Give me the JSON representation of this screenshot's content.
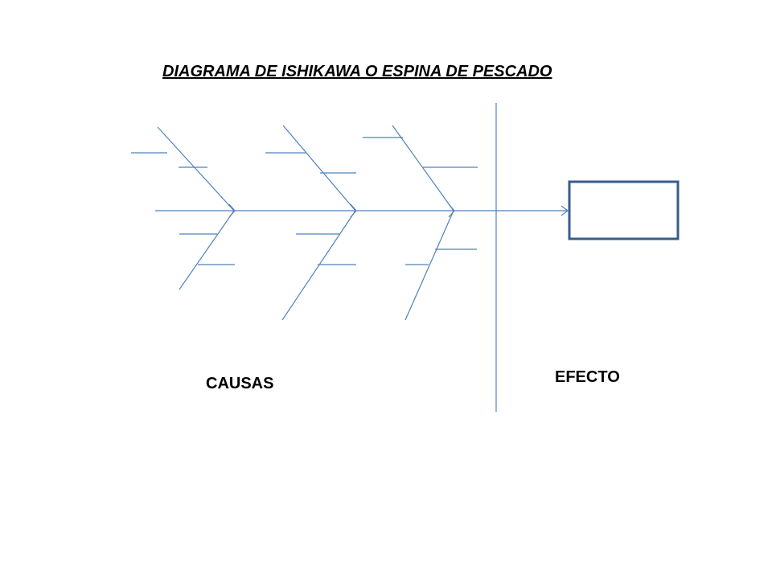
{
  "title": "DIAGRAMA DE ISHIKAWA O ESPINA DE PESCADO",
  "causes_label": "CAUSAS",
  "effect_label": "EFECTO",
  "colors": {
    "line": "#4F81BD",
    "effect_box_border": "#385D8A",
    "text": "#000000",
    "background": "#FFFFFF"
  }
}
